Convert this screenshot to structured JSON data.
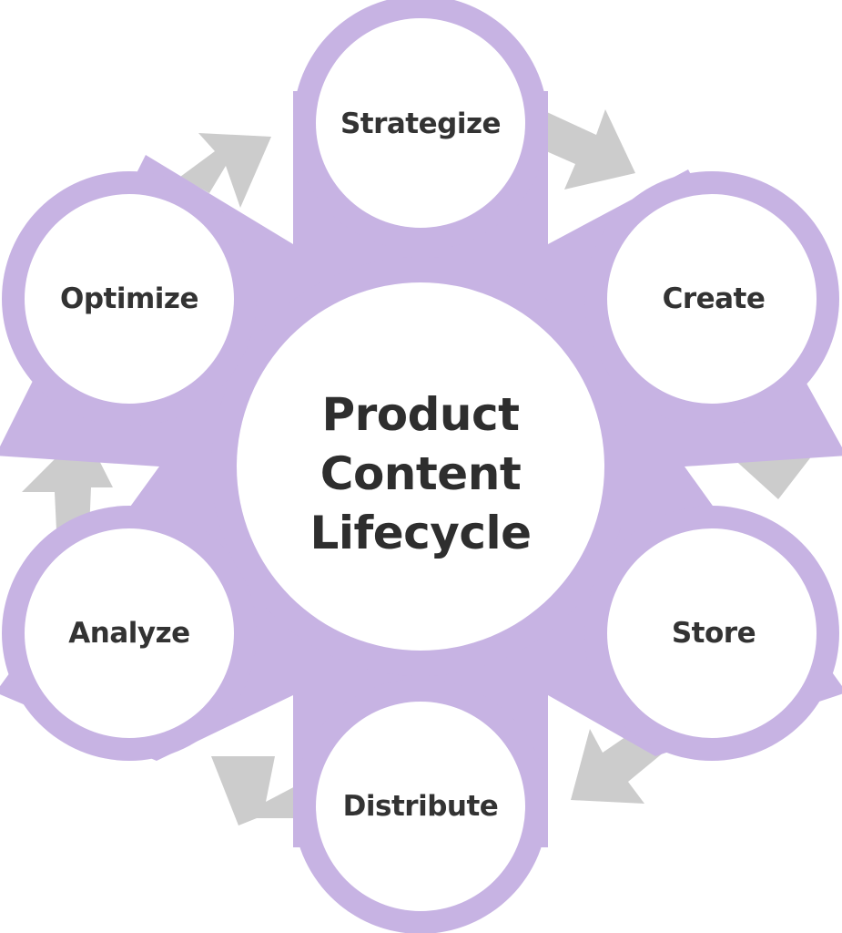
{
  "center": {
    "lines": [
      "Product",
      "Content",
      "Lifecycle"
    ]
  },
  "stages": [
    {
      "label": "Strategize",
      "icon": "strategize"
    },
    {
      "label": "Create",
      "icon": "create"
    },
    {
      "label": "Store",
      "icon": "store"
    },
    {
      "label": "Distribute",
      "icon": "distribute"
    },
    {
      "label": "Analyze",
      "icon": "analyze"
    },
    {
      "label": "Optimize",
      "icon": "optimize"
    }
  ],
  "flow": {
    "direction": "clockwise",
    "order": [
      "Strategize",
      "Create",
      "Store",
      "Distribute",
      "Analyze",
      "Optimize"
    ]
  },
  "colors": {
    "ring": "#c7b3e3",
    "node_fill": "#ffffff",
    "arrow": "#cccccc",
    "text": "#333333"
  }
}
